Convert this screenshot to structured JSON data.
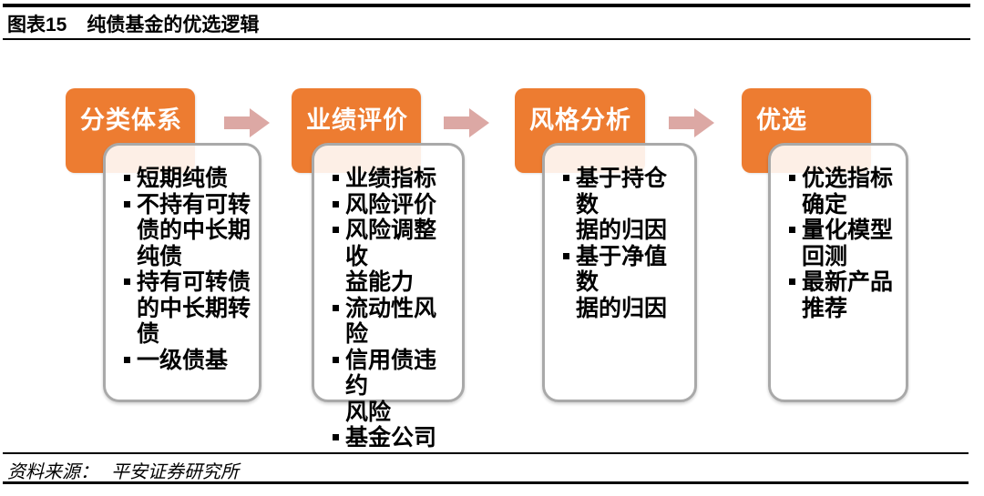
{
  "header": {
    "figure_label": "图表15",
    "figure_title": "纯债基金的优选逻辑"
  },
  "flow": {
    "steps": [
      {
        "title": "分类体系",
        "items": [
          "短期纯债",
          "不持有可转\n债的中长期\n纯债",
          "持有可转债\n的中长期转\n债",
          "一级债基"
        ]
      },
      {
        "title": "业绩评价",
        "items": [
          "业绩指标",
          "风险评价",
          "风险调整收\n益能力",
          "流动性风险",
          "信用债违约\n风险",
          "基金公司"
        ]
      },
      {
        "title": "风格分析",
        "items": [
          "基于持仓数\n据的归因",
          "基于净值数\n据的归因"
        ]
      },
      {
        "title": "优选",
        "items": [
          "优选指标\n确定",
          "量化模型\n回测",
          "最新产品\n推荐"
        ]
      }
    ]
  },
  "footer": {
    "source_label": "资料来源：",
    "source_text": "平安证券研究所"
  },
  "colors": {
    "step_orange": "#ED7C31",
    "arrow_pink": "#DCA8A4",
    "box_border_gray": "#A9A9A9",
    "rule_black": "#000000"
  }
}
